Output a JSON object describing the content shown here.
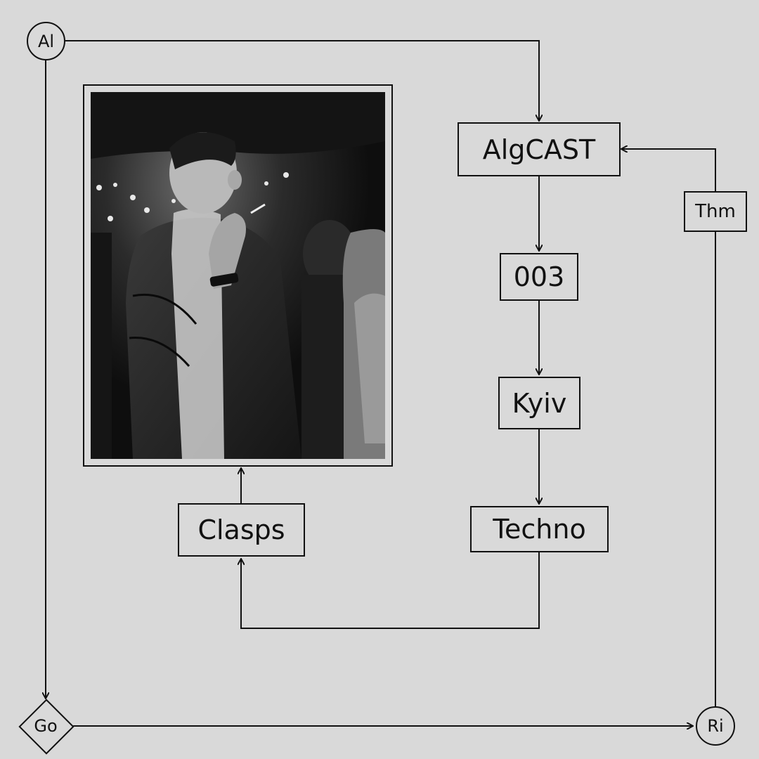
{
  "nodes": {
    "al": "Al",
    "go": "Go",
    "ri": "Ri",
    "thm": "Thm",
    "algcast": "AlgCAST",
    "episode": "003",
    "city": "Kyiv",
    "genre": "Techno",
    "artist": "Clasps"
  },
  "colors": {
    "background": "#d9d9d9",
    "line": "#111111"
  }
}
